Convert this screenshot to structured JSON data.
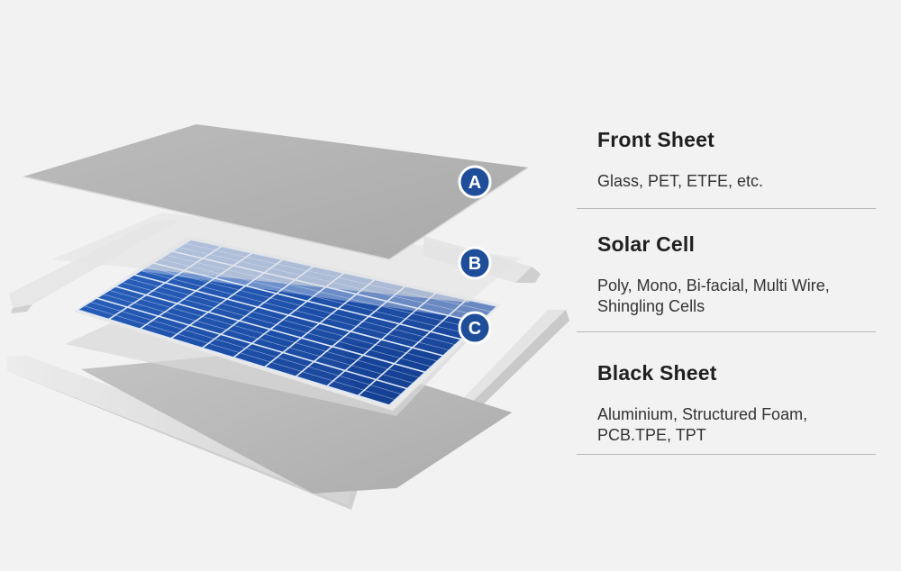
{
  "colors": {
    "background": "#f2f2f2",
    "badge": "#1e4d9a",
    "badge_ring": "#ffffff",
    "cell_blue": "#1d4fa8",
    "divider": "#b9b9b9"
  },
  "layers": [
    {
      "badge": "A",
      "title": "Front Sheet",
      "description": "Glass, PET, ETFE, etc."
    },
    {
      "badge": "B",
      "title": "Solar Cell",
      "description": "Poly, Mono, Bi-facial, Multi Wire, Shingling Cells"
    },
    {
      "badge": "C",
      "title": "Black Sheet",
      "description": "Aluminium, Structured Foam, PCB.TPE, TPT"
    }
  ]
}
